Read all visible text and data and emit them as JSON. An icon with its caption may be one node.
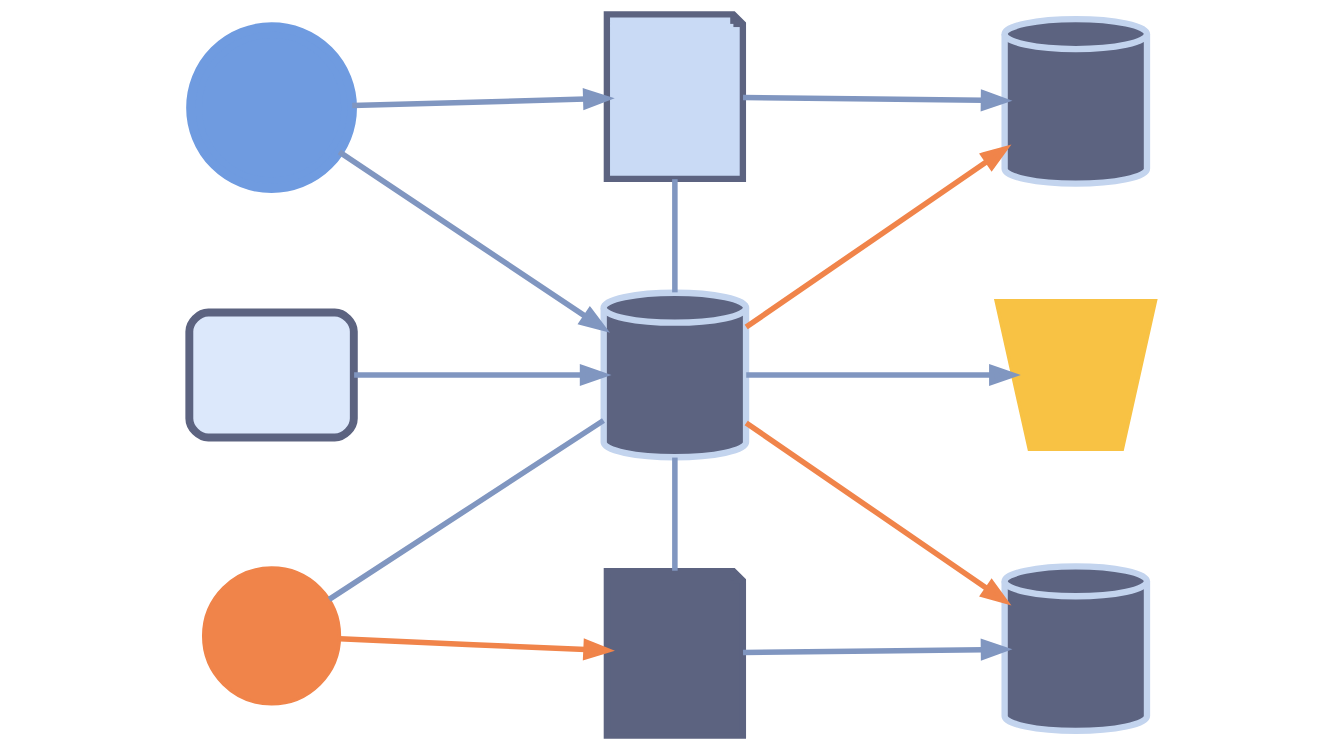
{
  "diagram": {
    "nodes": [
      {
        "text": [],
        "shape": "gear"
      },
      {
        "text": [],
        "shape": "document"
      },
      {
        "text": [],
        "shape": "cylinder"
      },
      {
        "text": [],
        "shape": "monitor"
      },
      {
        "text": [],
        "shape": "cylinder"
      },
      {
        "text": [],
        "shape": "bin"
      },
      {
        "text": [],
        "shape": "person"
      },
      {
        "text": [],
        "shape": "document"
      },
      {
        "text": [],
        "shape": "cylinder"
      }
    ],
    "edges": [
      {
        "from": 0,
        "to": 1,
        "arrow": "to"
      },
      {
        "from": 1,
        "to": 2,
        "arrow": "to"
      },
      {
        "from": 0,
        "to": 4,
        "arrow": "to"
      },
      {
        "from": 1,
        "to": 4,
        "arrow": "none"
      },
      {
        "from": 4,
        "to": 2,
        "arrow": "to",
        "color": "#f0844a"
      },
      {
        "from": 3,
        "to": 4,
        "arrow": "to"
      },
      {
        "from": 4,
        "to": 5,
        "arrow": "to"
      },
      {
        "from": 4,
        "to": 8,
        "arrow": "to",
        "color": "#f0844a"
      },
      {
        "from": 6,
        "to": 4,
        "arrow": "none"
      },
      {
        "from": 4,
        "to": 7,
        "arrow": "none"
      },
      {
        "from": 6,
        "to": 7,
        "arrow": "to",
        "color": "#f0844a"
      },
      {
        "from": 7,
        "to": 8,
        "arrow": "to"
      }
    ]
  }
}
